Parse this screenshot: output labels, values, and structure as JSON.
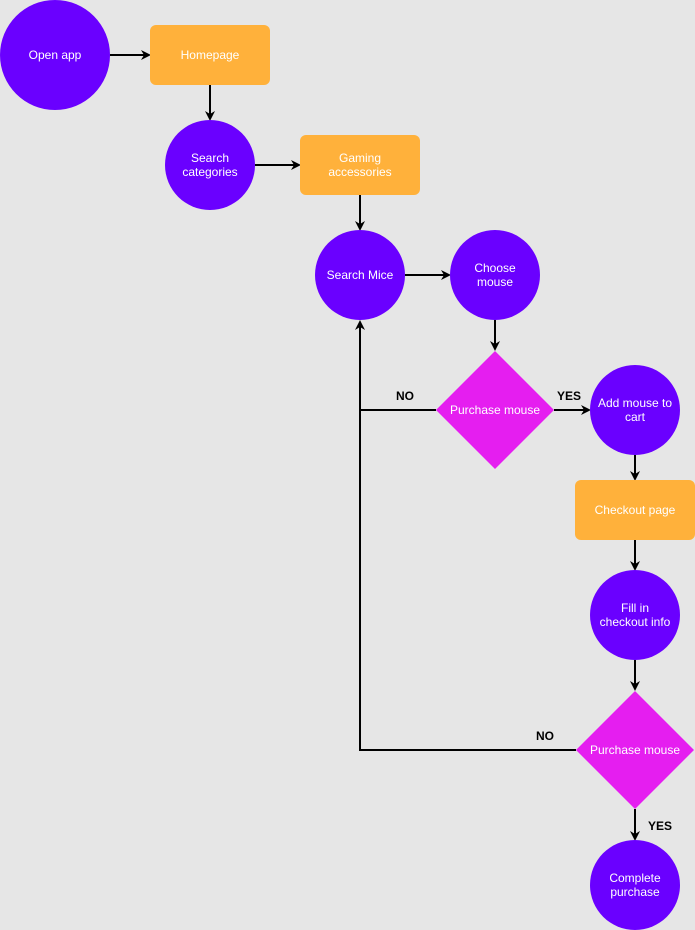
{
  "colors": {
    "background": "#e6e6e6",
    "circle": "#6a00ff",
    "rect": "#ffb13b",
    "diamond": "#e51ef0",
    "edge": "#000000"
  },
  "nodes": {
    "open_app": {
      "label": "Open app",
      "shape": "circle"
    },
    "homepage": {
      "label": "Homepage",
      "shape": "rounded-rectangle"
    },
    "search_categories": {
      "label": "Search categories",
      "shape": "circle"
    },
    "gaming_accessories": {
      "label": "Gaming accessories",
      "shape": "rounded-rectangle"
    },
    "search_mice": {
      "label": "Search Mice",
      "shape": "circle"
    },
    "choose_mouse": {
      "label": "Choose mouse",
      "shape": "circle"
    },
    "purchase_mouse_1": {
      "label": "Purchase mouse",
      "shape": "diamond"
    },
    "add_mouse_to_cart": {
      "label": "Add mouse to cart",
      "shape": "circle"
    },
    "checkout_page": {
      "label": "Checkout page",
      "shape": "rounded-rectangle"
    },
    "fill_in_checkout_info": {
      "label": "Fill in checkout info",
      "shape": "circle"
    },
    "purchase_mouse_2": {
      "label": "Purchase mouse",
      "shape": "diamond"
    },
    "complete_purchase": {
      "label": "Complete purchase",
      "shape": "circle"
    }
  },
  "edges": [
    {
      "from": "open_app",
      "to": "homepage"
    },
    {
      "from": "homepage",
      "to": "search_categories"
    },
    {
      "from": "search_categories",
      "to": "gaming_accessories"
    },
    {
      "from": "gaming_accessories",
      "to": "search_mice"
    },
    {
      "from": "search_mice",
      "to": "choose_mouse"
    },
    {
      "from": "choose_mouse",
      "to": "purchase_mouse_1"
    },
    {
      "from": "purchase_mouse_1",
      "to": "add_mouse_to_cart",
      "label": "YES"
    },
    {
      "from": "purchase_mouse_1",
      "to": "search_mice",
      "label": "NO"
    },
    {
      "from": "add_mouse_to_cart",
      "to": "checkout_page"
    },
    {
      "from": "checkout_page",
      "to": "fill_in_checkout_info"
    },
    {
      "from": "fill_in_checkout_info",
      "to": "purchase_mouse_2"
    },
    {
      "from": "purchase_mouse_2",
      "to": "complete_purchase",
      "label": "YES"
    },
    {
      "from": "purchase_mouse_2",
      "to": "search_mice",
      "label": "NO"
    }
  ],
  "edge_labels": {
    "yes_1": "YES",
    "no_1": "NO",
    "yes_2": "YES",
    "no_2": "NO"
  }
}
